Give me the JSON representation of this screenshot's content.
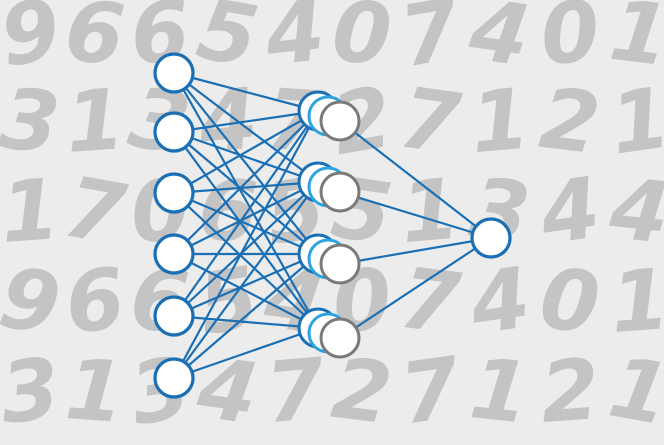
{
  "background_digits": {
    "rows": [
      [
        "9",
        "6",
        "6",
        "5",
        "4",
        "0",
        "7",
        "4",
        "0",
        "1"
      ],
      [
        "3",
        "1",
        "3",
        "4",
        "7",
        "2",
        "7",
        "1",
        "2",
        "1"
      ],
      [
        "1",
        "7",
        "0",
        "6",
        "5",
        "5",
        "1",
        "3",
        "4",
        "4"
      ],
      [
        "9",
        "6",
        "6",
        "5",
        "4",
        "0",
        "7",
        "4",
        "0",
        "1"
      ],
      [
        "3",
        "1",
        "3",
        "4",
        "7",
        "2",
        "7",
        "1",
        "2",
        "1"
      ]
    ],
    "color": "#c4c4c4",
    "background_color": "#ececec"
  },
  "network": {
    "layers": [
      {
        "name": "input-layer",
        "node_count": 6,
        "type": "single"
      },
      {
        "name": "hidden-layer",
        "node_count": 4,
        "type": "stacked",
        "stack_depth": 3
      },
      {
        "name": "output-layer",
        "node_count": 1,
        "type": "single"
      }
    ],
    "edge_color": "#1a6fb5",
    "node_stroke_color": "#1a6fb5",
    "stack_colors": [
      "#1a6fb5",
      "#2fa3e0",
      "#7a7a7a"
    ],
    "node_fill": "#ffffff"
  }
}
